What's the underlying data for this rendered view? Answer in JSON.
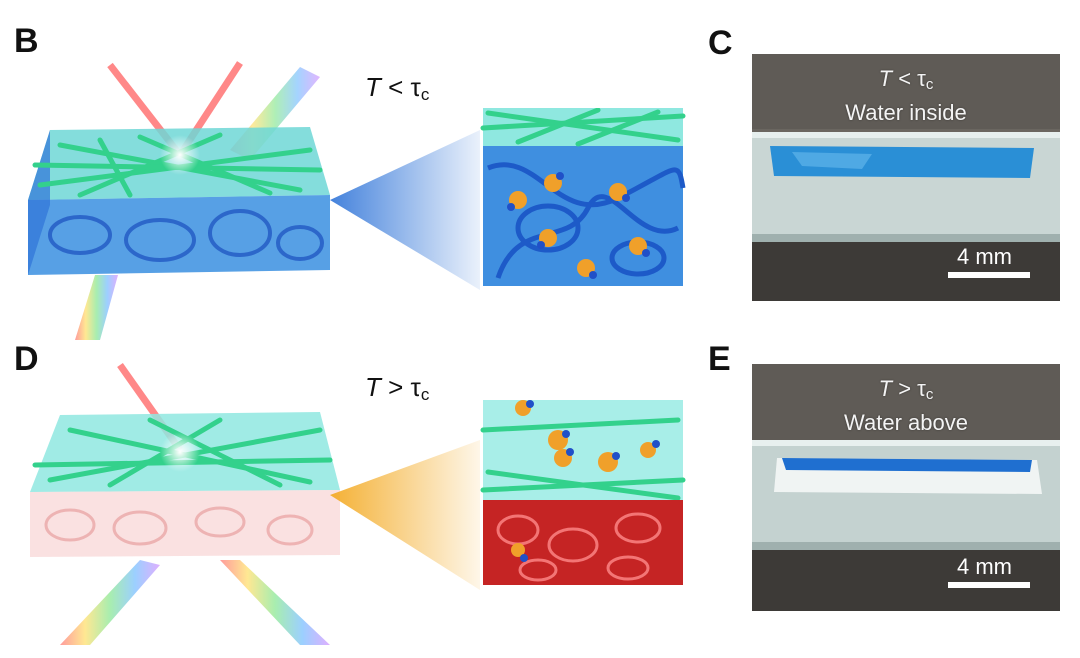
{
  "panels": {
    "B": {
      "label": "B",
      "condition": {
        "var": "T",
        "op": " < ",
        "sym": "τ",
        "sub": "c"
      }
    },
    "C": {
      "label": "C",
      "condition": {
        "var": "T",
        "op": " < ",
        "sym": "τ",
        "sub": "c"
      },
      "caption": "Water inside",
      "scale": "4 mm"
    },
    "D": {
      "label": "D",
      "condition": {
        "var": "T",
        "op": " > ",
        "sym": "τ",
        "sub": "c"
      }
    },
    "E": {
      "label": "E",
      "condition": {
        "var": "T",
        "op": " > ",
        "sym": "τ",
        "sub": "c"
      },
      "caption": "Water above",
      "scale": "4 mm"
    }
  },
  "colors": {
    "fiber": "#33d18c",
    "gel_blue": "#2f74d8",
    "gel_cyan": "#7fe3e0",
    "network_red": "#d02a2a",
    "molecule_orange": "#f0a02a",
    "molecule_blue": "#2050c8",
    "water_blue": "#2a8fd6"
  }
}
